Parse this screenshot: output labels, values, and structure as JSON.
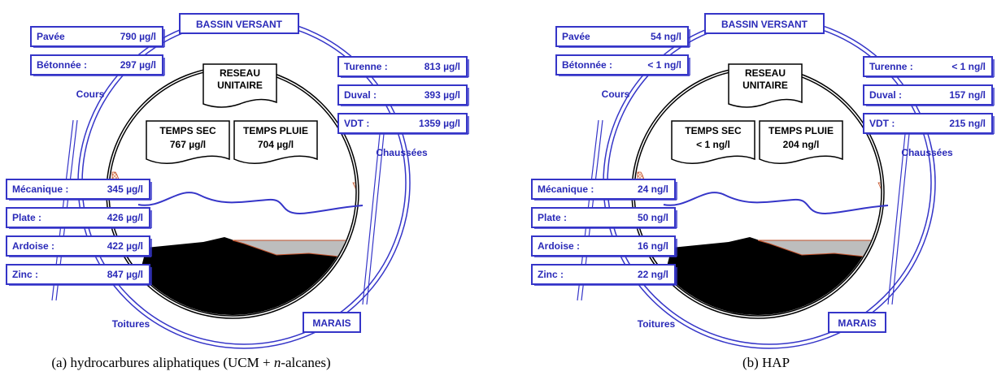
{
  "panels": [
    {
      "catchment_label": "BASSIN VERSANT",
      "network_label": [
        "RESEAU",
        "UNITAIRE"
      ],
      "dry": [
        "TEMPS SEC",
        "767 µg/l"
      ],
      "wet": [
        "TEMPS PLUIE",
        "704 µg/l"
      ],
      "cours_label": "Cours",
      "chaussees_label": "Chaussées",
      "toitures_label": "Toitures",
      "marais_label": "MARAIS",
      "cours": [
        {
          "name": "Pavée",
          "value": "790 µg/l"
        },
        {
          "name": "Bétonnée :",
          "value": "297 µg/l"
        }
      ],
      "chaussees": [
        {
          "name": "Turenne :",
          "value": "813 µg/l"
        },
        {
          "name": "Duval :",
          "value": "393 µg/l"
        },
        {
          "name": "VDT :",
          "value": "1359 µg/l"
        }
      ],
      "toitures": [
        {
          "name": "Mécanique :",
          "value": "345 µg/l"
        },
        {
          "name": "Plate :",
          "value": "426 µg/l"
        },
        {
          "name": "Ardoise :",
          "value": "422 µg/l"
        },
        {
          "name": "Zinc :",
          "value": "847 µg/l"
        }
      ],
      "caption_pre": "(a) hydrocarbures aliphatiques (UCM + ",
      "caption_em": "n",
      "caption_post": "-alcanes)"
    },
    {
      "catchment_label": "BASSIN VERSANT",
      "network_label": [
        "RESEAU",
        "UNITAIRE"
      ],
      "dry": [
        "TEMPS SEC",
        "< 1 ng/l"
      ],
      "wet": [
        "TEMPS PLUIE",
        "204 ng/l"
      ],
      "cours_label": "Cours",
      "chaussees_label": "Chaussées",
      "toitures_label": "Toitures",
      "marais_label": "MARAIS",
      "cours": [
        {
          "name": "Pavée",
          "value": "54 ng/l"
        },
        {
          "name": "Bétonnée :",
          "value": "< 1 ng/l"
        }
      ],
      "chaussees": [
        {
          "name": "Turenne :",
          "value": "< 1 ng/l"
        },
        {
          "name": "Duval :",
          "value": "157 ng/l"
        },
        {
          "name": "VDT :",
          "value": "215 ng/l"
        }
      ],
      "toitures": [
        {
          "name": "Mécanique :",
          "value": "24 ng/l"
        },
        {
          "name": "Plate :",
          "value": "50 ng/l"
        },
        {
          "name": "Ardoise :",
          "value": "16 ng/l"
        },
        {
          "name": "Zinc :",
          "value": "22 ng/l"
        }
      ],
      "caption_pre": "(b) HAP",
      "caption_em": "",
      "caption_post": ""
    }
  ]
}
